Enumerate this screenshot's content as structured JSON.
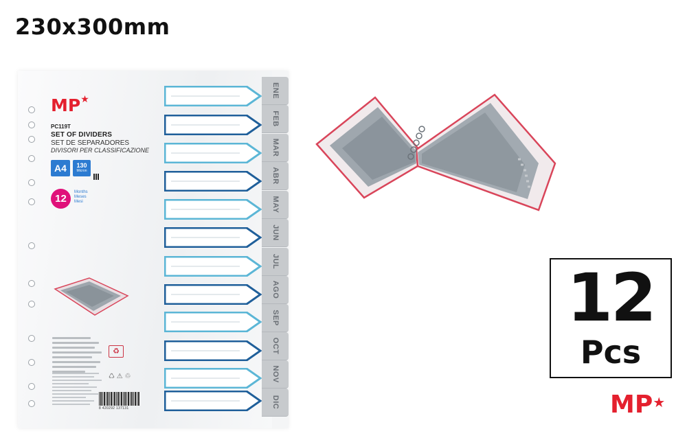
{
  "header": {
    "size_text": "230x300mm"
  },
  "pack": {
    "brand": "MP",
    "brand_star": "★",
    "sku": "PC119T",
    "name_en": "SET OF DIVIDERS",
    "name_es": "SET DE SEPARADORES",
    "name_it": "DIVISORI PER CLASSIFICAZIONE",
    "format": "A4",
    "micron_value": "130",
    "micron_unit": "Micron",
    "count": "12",
    "count_label": [
      "Months",
      "Meses",
      "Mesi"
    ],
    "barcode_number": "8 420292 137131",
    "tabs": [
      "ENE",
      "FEB",
      "MAR",
      "ABR",
      "MAY",
      "JUN",
      "JUL",
      "AGO",
      "SEP",
      "OCT",
      "NOV",
      "DIC"
    ],
    "arrow_colors": [
      "#5bb6d6",
      "#1f5f9a"
    ]
  },
  "badge": {
    "count": "12",
    "unit": "Pcs"
  },
  "footer_brand": {
    "name": "MP",
    "star": "★"
  },
  "colors": {
    "brand_red": "#e4202e",
    "blue": "#2c7bd1",
    "magenta": "#e0117a"
  }
}
